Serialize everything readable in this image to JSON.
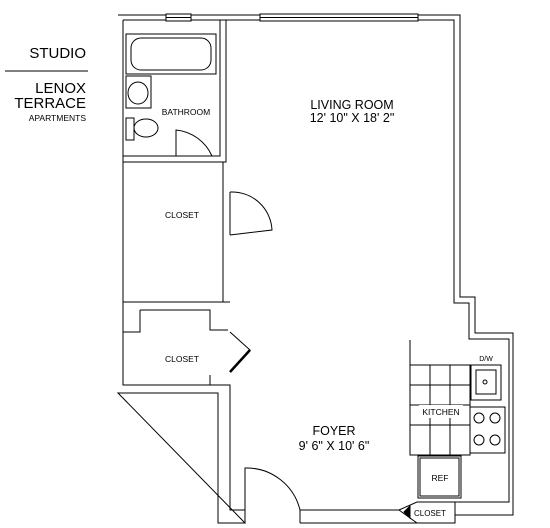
{
  "header": {
    "unit_type": "STUDIO",
    "building_line1": "LENOX",
    "building_line2": "TERRACE",
    "building_line3": "APARTMENTS"
  },
  "rooms": {
    "living_room_name": "LIVING ROOM",
    "living_room_size": "12' 10\" X 18' 2\"",
    "bathroom_name": "BATHROOM",
    "closet_upper": "CLOSET",
    "closet_lower": "CLOSET",
    "foyer_name": "FOYER",
    "foyer_size": "9' 6\" X 10' 6\"",
    "kitchen_name": "KITCHEN",
    "dishwasher": "D/W",
    "refrigerator": "REF",
    "closet_entry": "CLOSET"
  }
}
